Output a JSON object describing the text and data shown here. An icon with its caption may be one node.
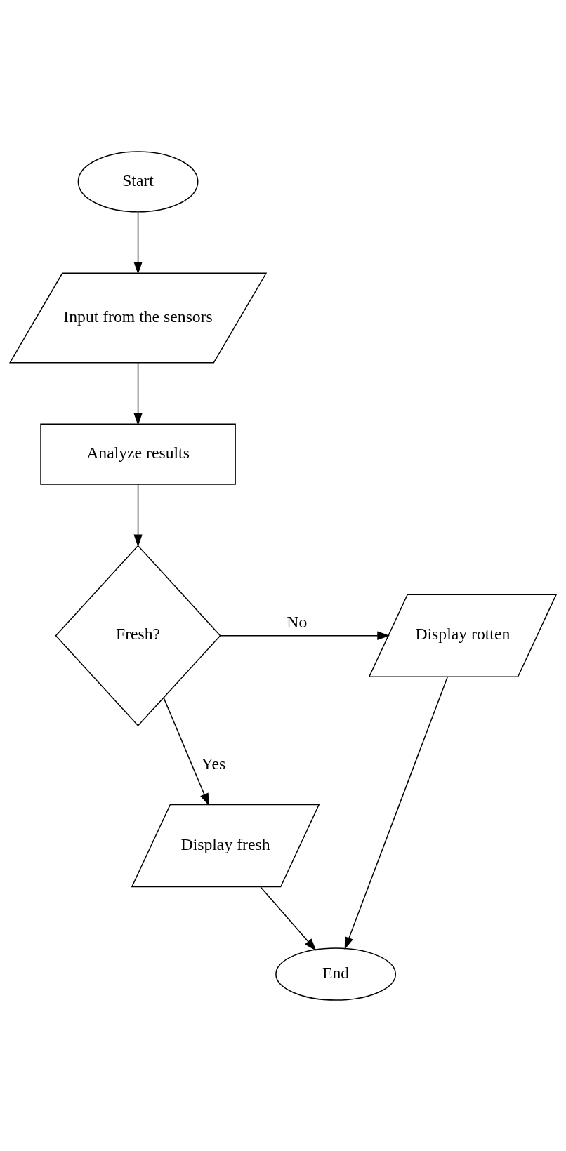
{
  "diagram": {
    "nodes": [
      {
        "text": [
          "Start"
        ]
      },
      {
        "text": [
          "Input from the sensors"
        ]
      },
      {
        "text": [
          "Analyze results"
        ]
      },
      {
        "text": [
          "Fresh?"
        ]
      },
      {
        "text": [
          "Display rotten"
        ]
      },
      {
        "text": [
          "Display fresh"
        ]
      },
      {
        "text": [
          "End"
        ]
      }
    ],
    "edges": [
      {
        "from": 0,
        "to": 1,
        "arrow": "to"
      },
      {
        "from": 1,
        "to": 2,
        "arrow": "to"
      },
      {
        "from": 2,
        "to": 3,
        "arrow": "to"
      },
      {
        "from": 3,
        "to": 4,
        "arrow": "to",
        "label": "No"
      },
      {
        "from": 3,
        "to": 5,
        "arrow": "to",
        "label": "Yes"
      },
      {
        "from": 5,
        "to": 6,
        "arrow": "to"
      },
      {
        "from": 4,
        "to": 6,
        "arrow": "to"
      }
    ]
  }
}
